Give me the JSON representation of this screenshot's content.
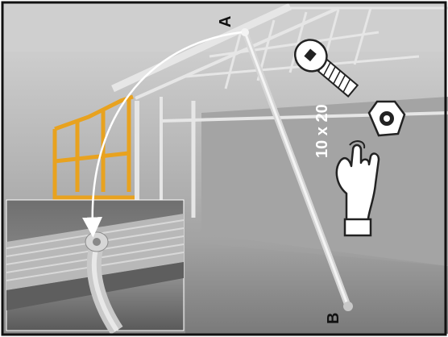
{
  "labels": {
    "point_a": "A",
    "point_b": "B",
    "bolt_size": "10 x 20"
  },
  "icons": [
    "bolt-icon",
    "nut-icon",
    "hand-icon",
    "curved-arrow-icon"
  ],
  "colors": {
    "railing": "#e8a21f",
    "photo_gray": "#9a9a9a",
    "icon_fill": "#ffffff",
    "outline": "#222222"
  }
}
